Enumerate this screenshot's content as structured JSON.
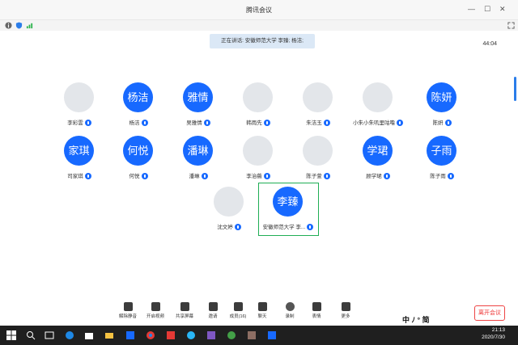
{
  "window": {
    "title": "腾讯会议",
    "timer": "44:04"
  },
  "banner": "正在讲话: 安徽师范大学 李臻; 杨洁;",
  "participants": [
    {
      "name": "李彩雲",
      "avatar_text": "",
      "photo": true
    },
    {
      "name": "杨洁",
      "avatar_text": "杨洁",
      "photo": false
    },
    {
      "name": "吴雅情",
      "avatar_text": "雅情",
      "photo": false
    },
    {
      "name": "韩雨先",
      "avatar_text": "",
      "photo": true
    },
    {
      "name": "朱洁玉",
      "avatar_text": "",
      "photo": true
    },
    {
      "name": "小朱小朱叽里咕噜",
      "avatar_text": "",
      "photo": true
    },
    {
      "name": "陈妍",
      "avatar_text": "陈妍",
      "photo": false
    },
    {
      "name": "司家琪",
      "avatar_text": "家琪",
      "photo": false
    },
    {
      "name": "何悦",
      "avatar_text": "何悦",
      "photo": false
    },
    {
      "name": "潘琳",
      "avatar_text": "潘琳",
      "photo": false
    },
    {
      "name": "李治薇",
      "avatar_text": "",
      "photo": true
    },
    {
      "name": "陈子萱",
      "avatar_text": "",
      "photo": true
    },
    {
      "name": "顾学珺",
      "avatar_text": "学珺",
      "photo": false
    },
    {
      "name": "陈子雨",
      "avatar_text": "子雨",
      "photo": false
    },
    {
      "name": "沈文婷",
      "avatar_text": "",
      "photo": true
    },
    {
      "name": "安徽师范大学 李...",
      "avatar_text": "李臻",
      "photo": false
    }
  ],
  "toolbar": [
    {
      "label": "解除静音",
      "icon": "mic-muted-icon"
    },
    {
      "label": "开启视频",
      "icon": "camera-off-icon"
    },
    {
      "label": "共享屏幕",
      "icon": "share-screen-icon"
    },
    {
      "label": "邀请",
      "icon": "invite-icon"
    },
    {
      "label": "成员(16)",
      "icon": "members-icon"
    },
    {
      "label": "聊天",
      "icon": "chat-icon"
    },
    {
      "label": "录制",
      "icon": "record-icon"
    },
    {
      "label": "表情",
      "icon": "emoji-icon"
    },
    {
      "label": "更多",
      "icon": "more-icon"
    }
  ],
  "leave_button": "离开会议",
  "ime_tray": "中 ﾉ ° 简",
  "clock": {
    "time": "21:13",
    "date": "2020/7/30"
  }
}
